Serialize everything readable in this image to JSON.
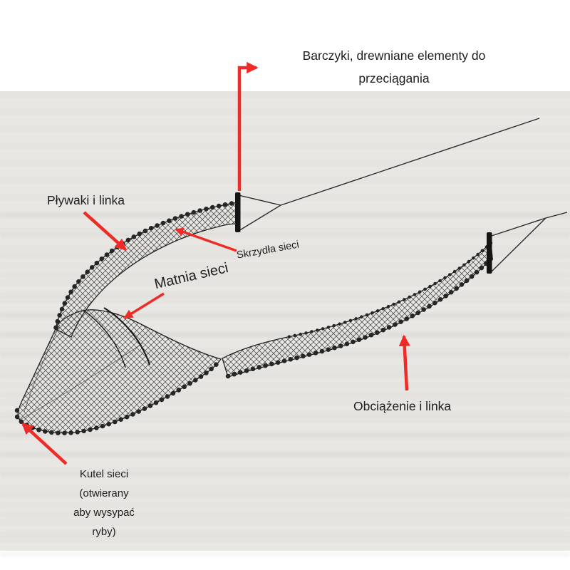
{
  "diagram": {
    "subject": "seine-fishing-net-parts",
    "labels": {
      "barczyki": "Barczyki, drewniane elementy do przeciągania",
      "plywaki": "Pływaki i linka",
      "skrzydla": "Skrzydła sieci",
      "matnia": "Matnia sieci",
      "obciazenie": "Obciążenie i linka",
      "kutel": "Kutel sieci\n(otwierany\naby wysypać\nryby)"
    }
  },
  "colors": {
    "arrow-red": "#ee2b26",
    "paper": "#e8e7e3",
    "ink": "#1f1f1f",
    "text-color": "#1d1d1d"
  }
}
